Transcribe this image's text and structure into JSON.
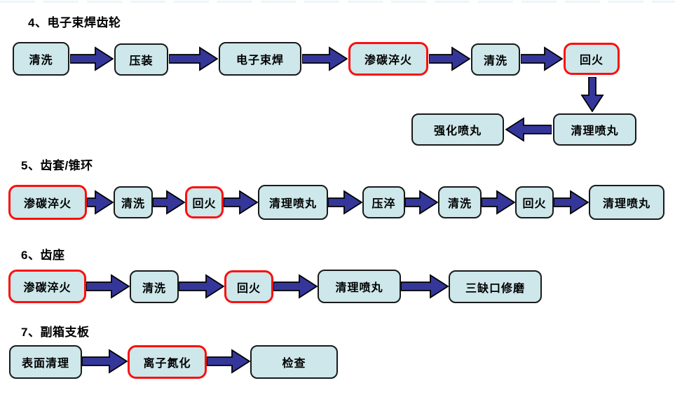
{
  "diagram": {
    "kind": "process-flowchart",
    "colors": {
      "background": "#ffffff",
      "box_fill": "#cde7ea",
      "box_border": "#1a1a1a",
      "highlight_border": "#fb0f0f",
      "arrow_fill": "#343799",
      "arrow_outline": "#000000",
      "text": "#000000"
    },
    "sections": [
      {
        "id": "electron-beam-welded-gear",
        "heading": "4、电子束焊齿轮",
        "steps": [
          {
            "label": "清洗",
            "highlight": false
          },
          {
            "label": "压装",
            "highlight": false
          },
          {
            "label": "电子束焊",
            "highlight": false
          },
          {
            "label": "渗碳淬火",
            "highlight": true
          },
          {
            "label": "清洗",
            "highlight": false
          },
          {
            "label": "回火",
            "highlight": true
          },
          {
            "label": "清理喷丸",
            "highlight": false
          },
          {
            "label": "强化喷丸",
            "highlight": false
          }
        ],
        "flow_note": "回火 flows down to 清理喷丸, then left to 强化喷丸"
      },
      {
        "id": "gear-sleeve-cone-ring",
        "heading": "5、齿套/锥环",
        "steps": [
          {
            "label": "渗碳淬火",
            "highlight": true
          },
          {
            "label": "清洗",
            "highlight": false
          },
          {
            "label": "回火",
            "highlight": true
          },
          {
            "label": "清理喷丸",
            "highlight": false
          },
          {
            "label": "压淬",
            "highlight": false
          },
          {
            "label": "清洗",
            "highlight": false
          },
          {
            "label": "回火",
            "highlight": false
          },
          {
            "label": "清理喷丸",
            "highlight": false
          }
        ],
        "flow_note": "single left-to-right chain"
      },
      {
        "id": "gear-seat",
        "heading": "6、齿座",
        "steps": [
          {
            "label": "渗碳淬火",
            "highlight": true
          },
          {
            "label": "清洗",
            "highlight": false
          },
          {
            "label": "回火",
            "highlight": true
          },
          {
            "label": "清理喷丸",
            "highlight": false
          },
          {
            "label": "三缺口修磨",
            "highlight": false
          }
        ],
        "flow_note": "single left-to-right chain"
      },
      {
        "id": "auxiliary-box-support-plate",
        "heading": "7、副箱支板",
        "steps": [
          {
            "label": "表面清理",
            "highlight": false
          },
          {
            "label": "离子氮化",
            "highlight": true
          },
          {
            "label": "检查",
            "highlight": false
          }
        ],
        "flow_note": "single left-to-right chain"
      }
    ]
  }
}
